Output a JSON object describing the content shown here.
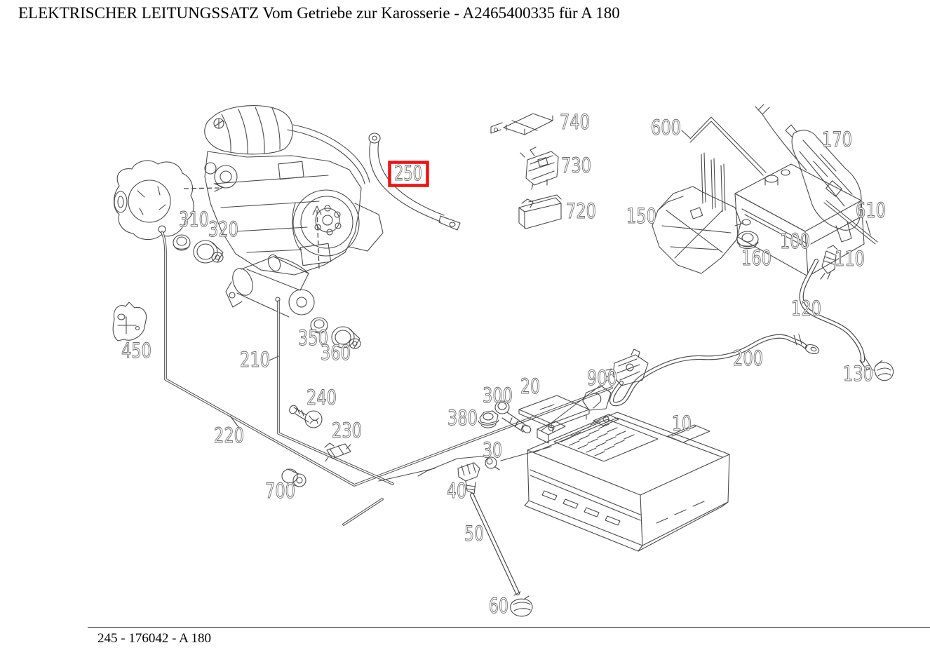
{
  "page": {
    "title": "ELEKTRISCHER LEITUNGSSATZ Vom Getriebe zur Karosserie - A2465400335 für A 180",
    "footer": "245 - 176042 - A 180"
  },
  "diagram": {
    "highlighted_part": "250",
    "highlight_color": "#ee1111",
    "line_color": "#4a4a4a",
    "label_outline_color": "#6f6f6f",
    "labels": [
      {
        "text": "740"
      },
      {
        "text": "730"
      },
      {
        "text": "720"
      },
      {
        "text": "600"
      },
      {
        "text": "170"
      },
      {
        "text": "150"
      },
      {
        "text": "100"
      },
      {
        "text": "160"
      },
      {
        "text": "610"
      },
      {
        "text": "110"
      },
      {
        "text": "120"
      },
      {
        "text": "200"
      },
      {
        "text": "130"
      },
      {
        "text": "900"
      },
      {
        "text": "10"
      },
      {
        "text": "20"
      },
      {
        "text": "300"
      },
      {
        "text": "380"
      },
      {
        "text": "30"
      },
      {
        "text": "40"
      },
      {
        "text": "50"
      },
      {
        "text": "60"
      },
      {
        "text": "700"
      },
      {
        "text": "230"
      },
      {
        "text": "240"
      },
      {
        "text": "220"
      },
      {
        "text": "210"
      },
      {
        "text": "350"
      },
      {
        "text": "360"
      },
      {
        "text": "450"
      },
      {
        "text": "310"
      },
      {
        "text": "320"
      },
      {
        "text": "250"
      }
    ]
  }
}
